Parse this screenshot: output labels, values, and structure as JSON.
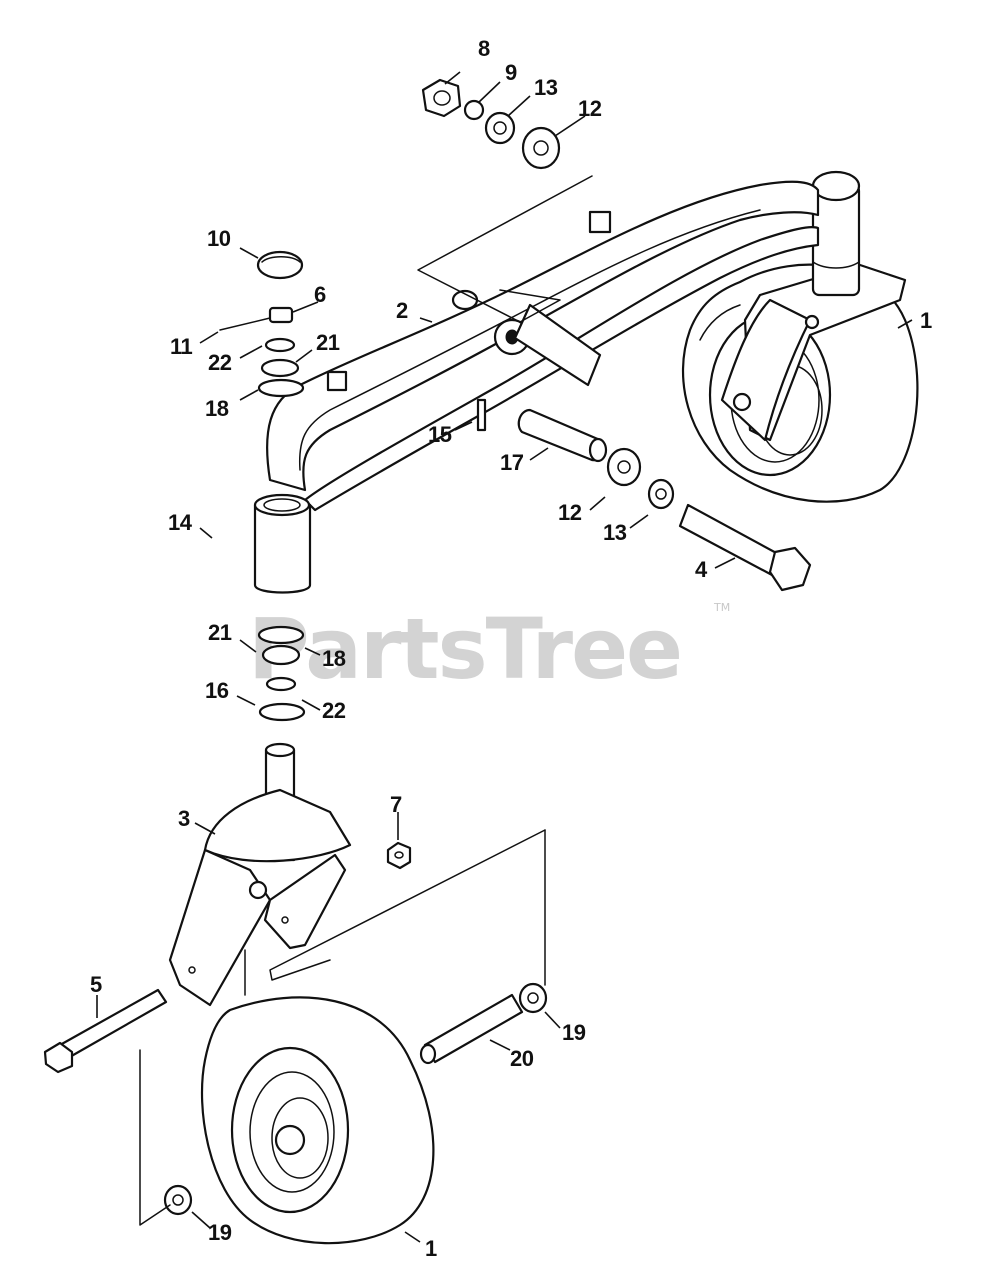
{
  "watermark": {
    "text": "PartsTree",
    "trademark": "TM"
  },
  "callouts": {
    "c8": "8",
    "c9": "9",
    "c13a": "13",
    "c12a": "12",
    "c10": "10",
    "c6": "6",
    "c2": "2",
    "c1a": "1",
    "c11": "11",
    "c22a": "22",
    "c21a": "21",
    "c18a": "18",
    "c15": "15",
    "c17": "17",
    "c12b": "12",
    "c13b": "13",
    "c14": "14",
    "c4": "4",
    "c21b": "21",
    "c18b": "18",
    "c16": "16",
    "c22b": "22",
    "c3": "3",
    "c7": "7",
    "c5": "5",
    "c19a": "19",
    "c20": "20",
    "c19b": "19",
    "c1b": "1"
  },
  "icons": {
    "front-axle-assembly": "exploded-parts-diagram"
  }
}
